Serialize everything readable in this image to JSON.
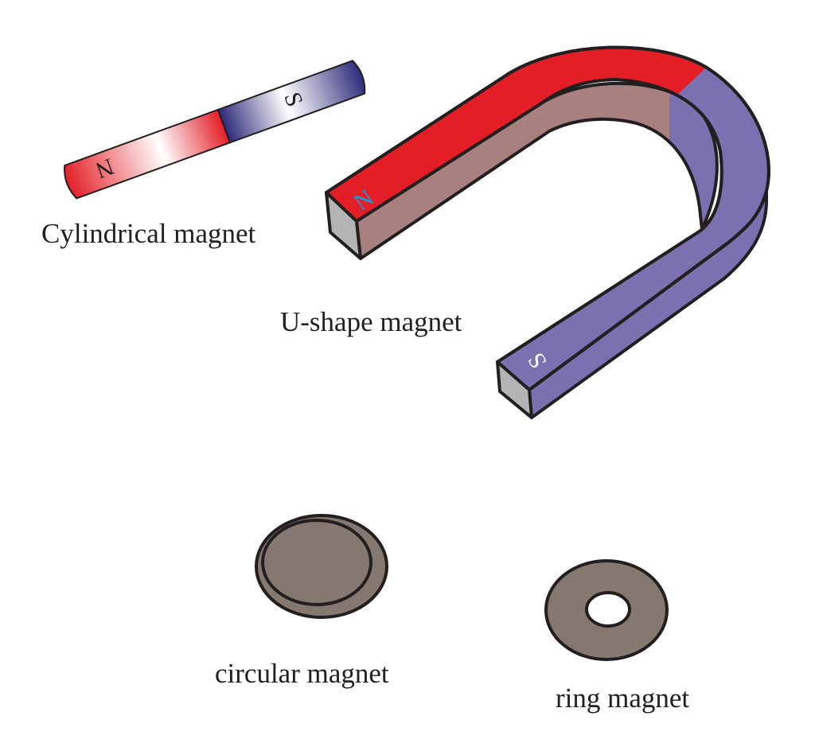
{
  "labels": {
    "cylindrical": "Cylindrical magnet",
    "u_shape": "U-shape magnet",
    "circular": "circular magnet",
    "ring": "ring magnet"
  },
  "poles": {
    "cyl_north": "N",
    "cyl_south": "S",
    "u_north": "N",
    "u_south": "S"
  },
  "colors": {
    "north_red": "#e31e26",
    "south_purple": "#7b70b0",
    "inner_side": "#a88080",
    "end_gray": "#b3b4b3",
    "disc_brown": "#857870",
    "cyl_blue": "#2e2a7a",
    "n_letter": "#1a9ad6"
  }
}
